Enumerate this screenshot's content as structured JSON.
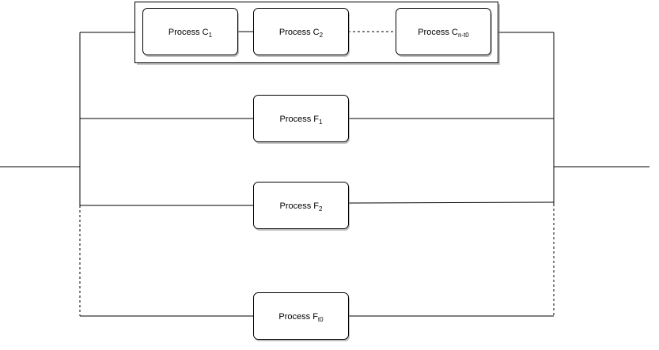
{
  "diagram": {
    "group_box": {
      "processes": [
        {
          "base": "Process C",
          "sub": "1"
        },
        {
          "base": "Process C",
          "sub": "2"
        },
        {
          "base": "Process C",
          "sub": "n-t0"
        }
      ]
    },
    "parallel_processes": [
      {
        "base": "Process F",
        "sub": "1"
      },
      {
        "base": "Process F",
        "sub": "2"
      },
      {
        "base": "Process F",
        "sub": "t0"
      }
    ]
  }
}
